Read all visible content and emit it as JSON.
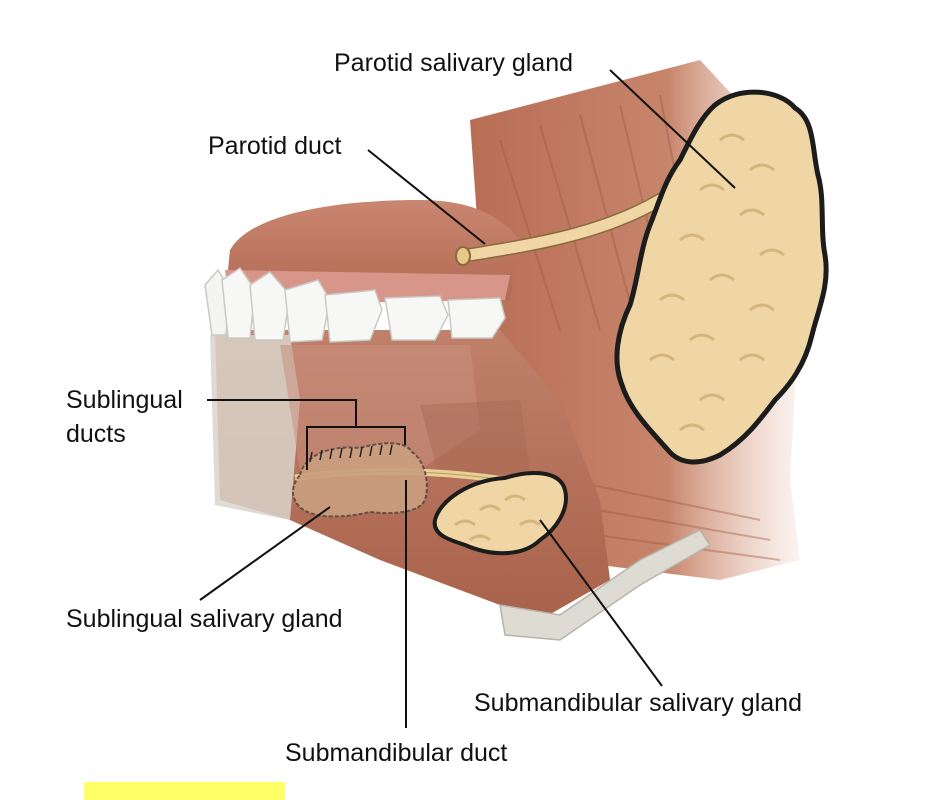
{
  "labels": {
    "parotid_gland": "Parotid salivary gland",
    "parotid_duct": "Parotid duct",
    "sublingual_ducts_line1": "Sublingual",
    "sublingual_ducts_line2": "ducts",
    "sublingual_gland": "Sublingual salivary gland",
    "submandibular_gland": "Submandibular salivary gland",
    "submandibular_duct": "Submandibular duct"
  },
  "colors": {
    "muscle": "#c07c64",
    "muscle_dark": "#9c5a44",
    "gland": "#efd6a4",
    "gland_outline": "#1c1c1c",
    "teeth": "#f7f7f5",
    "gum": "#c9826b",
    "bone": "#dedbd2",
    "leader_line": "#111111",
    "highlight": "#ffff66"
  }
}
